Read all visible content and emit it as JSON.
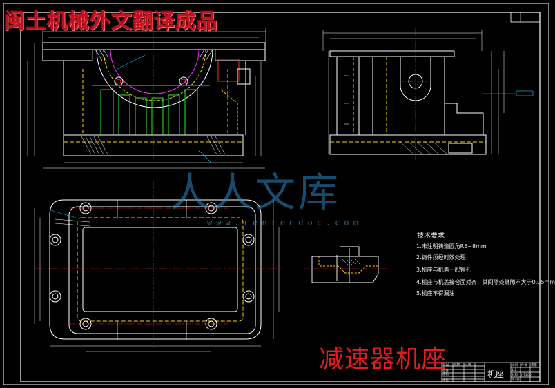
{
  "banner": {
    "text": "闽土机械外文翻译成品",
    "color": "#c1121f"
  },
  "drawing_title": {
    "text": "减速器机座",
    "color": "#e51c1c"
  },
  "watermark": {
    "text": "人人文库",
    "url": "www.renrendoc.com"
  },
  "tech_requirements": {
    "title": "技术要求",
    "items": [
      "1.未注明铸造圆角R5~8mm",
      "2.铸件须经时效处理",
      "3.机座与机盖一起镗孔",
      "4.机座与机盖接合面对齐，其间隙处缝隙不大于0.05mm",
      "5.机座不得漏油"
    ]
  },
  "title_block": {
    "part_name": "机座",
    "small_labels": [
      "设计",
      "校对",
      "审核",
      "标记",
      "处数",
      "日期",
      "比例",
      "件数",
      "重量",
      "材料",
      "HT200",
      "1:2",
      "第1张"
    ]
  },
  "colors": {
    "background": "#000000",
    "outline": "#ffffff",
    "hidden": "#ffd400",
    "center": "#ff2a2a",
    "dimension": "#ffffff",
    "section": "#1ec8ff",
    "hatch": "#ffffff",
    "accent_green": "#2ee62e",
    "accent_magenta": "#ff2aff"
  }
}
